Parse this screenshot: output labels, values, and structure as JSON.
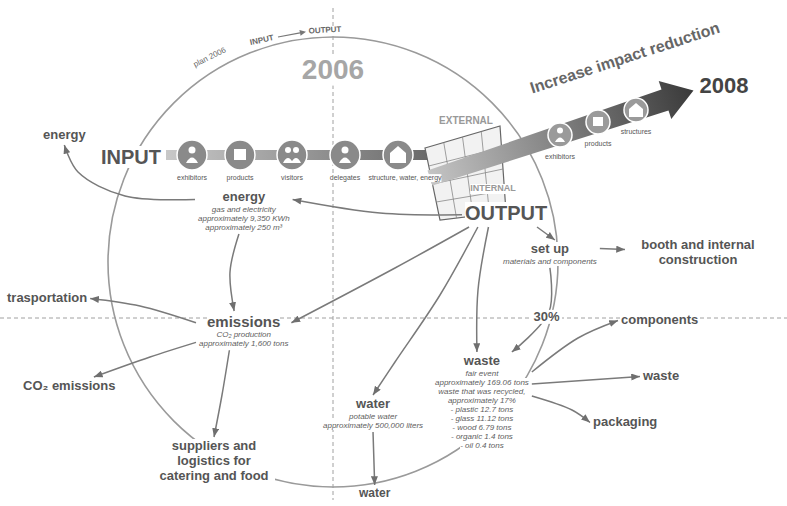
{
  "diagram": {
    "nodes": [
      {
        "text": [
          "energy"
        ]
      },
      {
        "text": [
          "OUTPUT"
        ]
      },
      {
        "text": [
          "energy",
          "gas and electricity",
          "approximately 9,350 KWh",
          "approximately 250 m³"
        ]
      },
      {
        "text": [
          "set up",
          "materials and components"
        ]
      },
      {
        "text": [
          "booth and internal construction"
        ]
      },
      {
        "text": [
          "trasportation"
        ]
      },
      {
        "text": [
          "emissions",
          "CO₂ production",
          "approximately 1,600 tons"
        ]
      },
      {
        "text": [
          "components"
        ]
      },
      {
        "text": [
          "waste",
          "fair event",
          "approximately 169.06 tons",
          "waste that was recycled,",
          "approximately 17%",
          "- plastic 12.7 tons",
          "- glass 11.12 tons",
          "- wood 6.79 tons",
          "- organic 1.4 tons",
          "- oil 0.4 tons"
        ]
      },
      {
        "text": [
          "water",
          "potable water",
          "approximately 500,000 liters"
        ]
      },
      {
        "text": [
          "CO₂ emissions"
        ]
      },
      {
        "text": [
          "waste"
        ]
      },
      {
        "text": [
          "packaging"
        ]
      },
      {
        "text": [
          "suppliers and logistics for catering and food"
        ]
      },
      {
        "text": [
          "water"
        ]
      }
    ],
    "edges": [
      {
        "from": 1,
        "to": 2,
        "arrow": "to"
      },
      {
        "from": 1,
        "to": 3,
        "arrow": "to"
      },
      {
        "from": 1,
        "to": 6,
        "arrow": "to"
      },
      {
        "from": 1,
        "to": 8,
        "arrow": "to"
      },
      {
        "from": 1,
        "to": 9,
        "arrow": "to"
      },
      {
        "from": 2,
        "to": 0,
        "arrow": "to"
      },
      {
        "from": 2,
        "to": 6,
        "arrow": "to"
      },
      {
        "from": 3,
        "to": 4,
        "arrow": "to"
      },
      {
        "from": 3,
        "to": 8,
        "label": "30%",
        "arrow": "to"
      },
      {
        "from": 6,
        "to": 5,
        "arrow": "to"
      },
      {
        "from": 6,
        "to": 10,
        "arrow": "to"
      },
      {
        "from": 6,
        "to": 13,
        "arrow": "to"
      },
      {
        "from": 8,
        "to": 7,
        "arrow": "to"
      },
      {
        "from": 8,
        "to": 11,
        "arrow": "to"
      },
      {
        "from": 8,
        "to": 12,
        "arrow": "to"
      },
      {
        "from": 9,
        "to": 14,
        "arrow": "to"
      }
    ],
    "labels": [
      "plan 2006",
      "INPUT",
      "OUTPUT",
      "2006",
      "Increase impact reduction",
      "2008",
      "INPUT",
      "exhibitors",
      "products",
      "visitors",
      "delegates",
      "structure, water, energy",
      "EXTERNAL",
      "INTERNAL",
      "exhibitors",
      "products",
      "structures"
    ]
  }
}
